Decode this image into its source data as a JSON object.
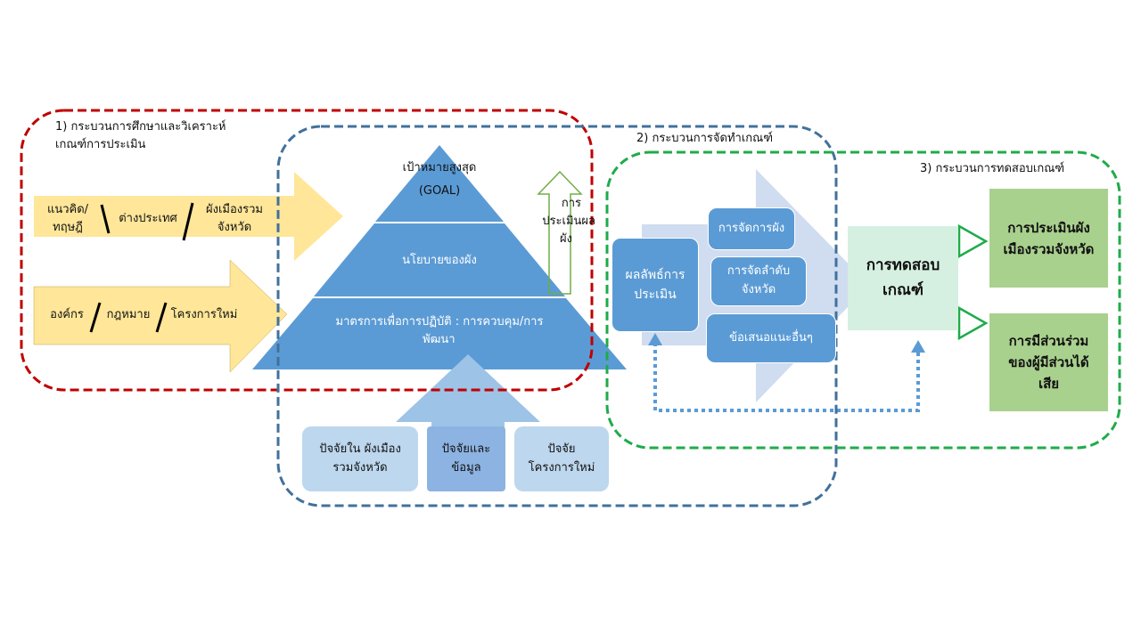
{
  "process1": {
    "title_line1": "1) กระบวนการศึกษาและวิเคราะห์",
    "title_line2": "เกณฑ์การประเมิน"
  },
  "process2": {
    "title": "2) กระบวนการจัดทำเกณฑ์"
  },
  "process3": {
    "title": "3) กระบวนการทดสอบเกณฑ์"
  },
  "inputs_row1": {
    "item1_line1": "แนวคิด/",
    "item1_line2": "ทฤษฎี",
    "item2": "ต่างประเทศ",
    "item3_line1": "ผังเมืองรวม",
    "item3_line2": "จังหวัด"
  },
  "inputs_row2": {
    "item1": "องค์กร",
    "item2": "กฎหมาย",
    "item3": "โครงการใหม่"
  },
  "pyramid": {
    "goal_line1": "เป้าหมายสูงสุด",
    "goal_line2": "(GOAL)",
    "policy": "นโยบายของผัง",
    "measures_line1": "มาตรการเพื่อการปฏิบัติ : การควบคุม/การ",
    "measures_line2": "พัฒนา"
  },
  "evaluation_arrow": {
    "line1": "การ",
    "line2": "ประเมินผล",
    "line3": "ผัง"
  },
  "factors": {
    "f1_line1": "ปัจจัยใน ผังเมือง",
    "f1_line2": "รวมจังหวัด",
    "f2_line1": "ปัจจัยและ",
    "f2_line2": "ข้อมูล",
    "f3_line1": "ปัจจัย",
    "f3_line2": "โครงการใหม่"
  },
  "results": {
    "main_line1": "ผลลัพธ์การ",
    "main_line2": "ประเมิน",
    "item1": "การจัดการผัง",
    "item2_line1": "การจัดลำดับ",
    "item2_line2": "จังหวัด",
    "item3": "ข้อเสนอแนะอื่นๆ"
  },
  "test": {
    "line1": "การทดสอบ",
    "line2": "เกณฑ์"
  },
  "outcomes": {
    "o1_line1": "การประเมินผัง",
    "o1_line2": "เมืองรวมจังหวัด",
    "o2_line1": "การมีส่วนร่วม",
    "o2_line2": "ของผู้มีส่วนได้",
    "o2_line3": "เสีย"
  },
  "colors": {
    "red_dash": "#c00000",
    "blue_dash": "#41719c",
    "green_dash": "#1fab4a",
    "yellow": "#ffe699",
    "pyramid_blue": "#5b9bd5"
  }
}
